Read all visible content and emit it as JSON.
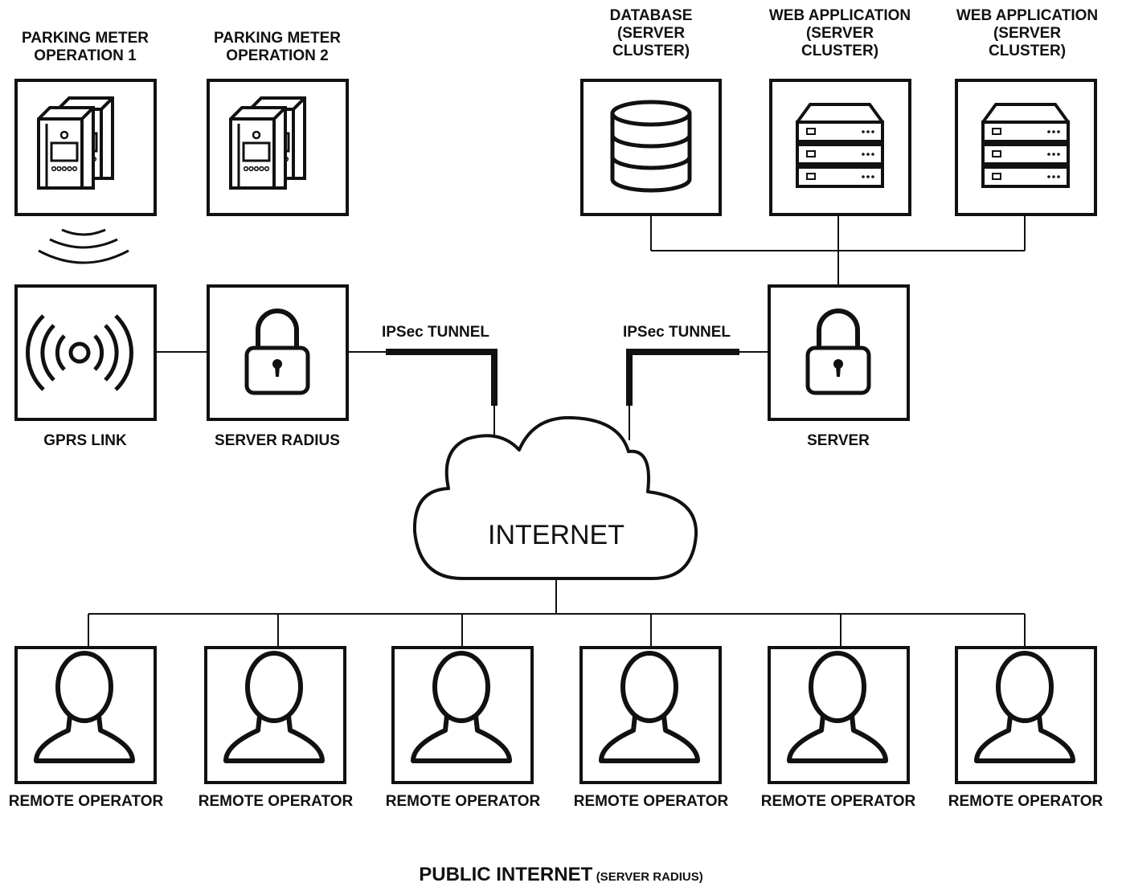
{
  "labels": {
    "meter_1": "PARKING METER\nOPERATION 1",
    "meter_2": "PARKING METER\nOPERATION 2",
    "database": "DATABASE\n(SERVER\nCLUSTER)",
    "web_app_1": "WEB APPLICATION\n(SERVER\nCLUSTER)",
    "web_app_2": "WEB APPLICATION\n(SERVER\nCLUSTER)",
    "gprs_link": "GPRS LINK",
    "server_radius": "SERVER RADIUS",
    "server": "SERVER",
    "tunnel_left": "IPSec TUNNEL",
    "tunnel_right": "IPSec TUNNEL",
    "internet": "INTERNET"
  },
  "operators": [
    "REMOTE OPERATOR",
    "REMOTE OPERATOR",
    "REMOTE OPERATOR",
    "REMOTE OPERATOR",
    "REMOTE OPERATOR",
    "REMOTE OPERATOR"
  ],
  "footer": {
    "main": "PUBLIC INTERNET",
    "sub": "(SERVER RADIUS)"
  },
  "icons": {
    "meter_1": "parking-meter-icon",
    "meter_2": "parking-meter-icon",
    "database": "database-icon",
    "web_app_1": "server-rack-icon",
    "web_app_2": "server-rack-icon",
    "gprs_link": "antenna-icon",
    "server_radius": "padlock-icon",
    "server": "padlock-icon",
    "operator": "user-icon"
  },
  "colors": {
    "line": "#111111",
    "background": "#ffffff"
  }
}
